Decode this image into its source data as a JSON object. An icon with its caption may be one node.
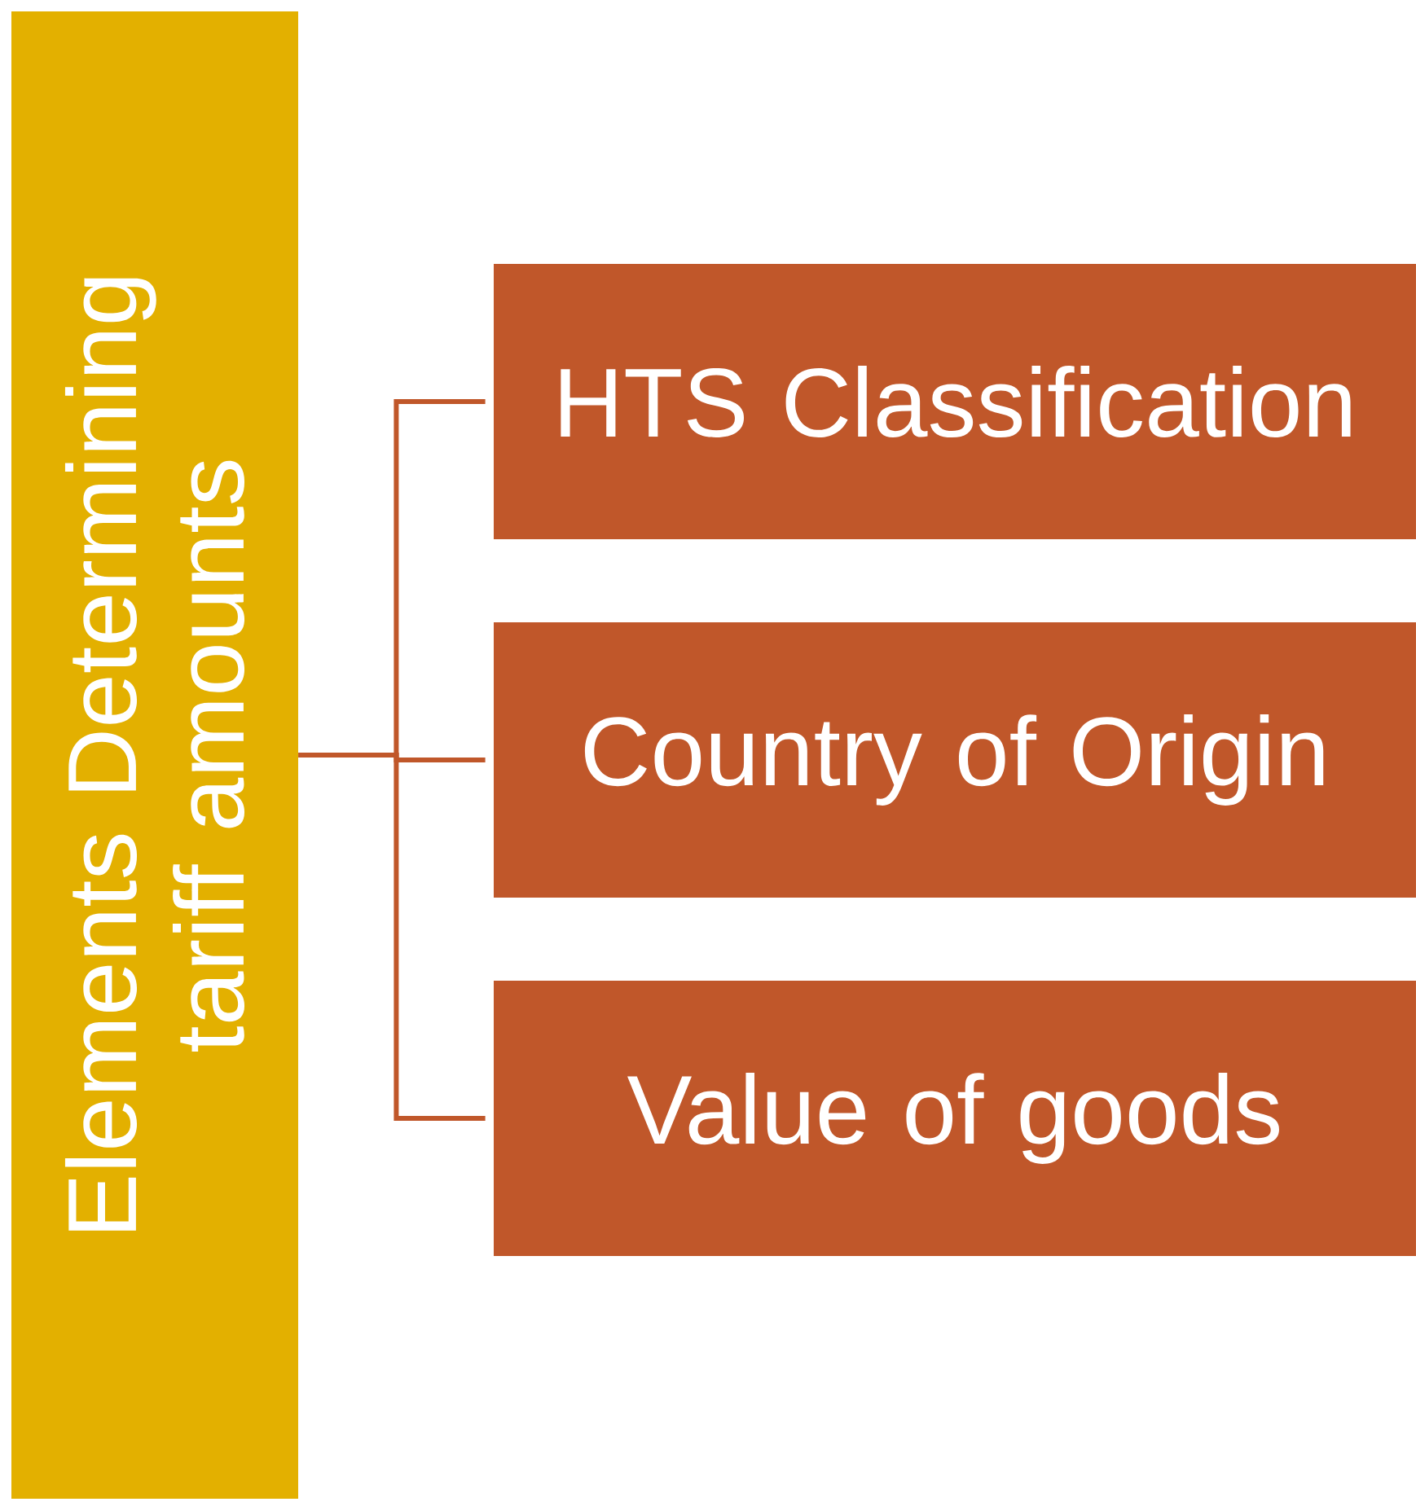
{
  "diagram": {
    "nodes": [
      {
        "text": [
          "Elements Determining tariff amounts"
        ]
      },
      {
        "text": [
          "HTS Classification"
        ]
      },
      {
        "text": [
          "Country of Origin"
        ]
      },
      {
        "text": [
          "Value of goods"
        ]
      }
    ],
    "edges": [
      {
        "from": 0,
        "to": 1,
        "arrow": "none"
      },
      {
        "from": 0,
        "to": 2,
        "arrow": "none"
      },
      {
        "from": 0,
        "to": 3,
        "arrow": "none"
      }
    ]
  }
}
